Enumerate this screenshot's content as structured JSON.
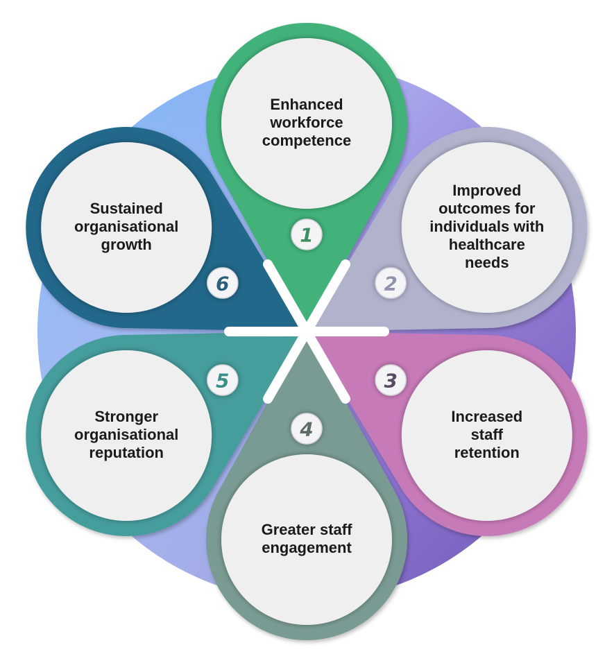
{
  "colors": {
    "ring_gradient": [
      "#7fb7f5",
      "#a9a8ee",
      "#9b8be0",
      "#6f57b6",
      "#8c74cf",
      "#a7c8f6"
    ],
    "hub": "#ffffff",
    "circle_fill": "#efeff0"
  },
  "steps": [
    {
      "number": "1",
      "lines": [
        "Enhanced",
        "workforce",
        "competence"
      ],
      "color": "#42b27a",
      "badge_text_color": "#3f8f63"
    },
    {
      "number": "2",
      "lines": [
        "Improved",
        "outcomes for",
        "individuals with",
        "healthcare",
        "needs"
      ],
      "color": "#b1b3cc",
      "badge_text_color": "#8f93b0"
    },
    {
      "number": "3",
      "lines": [
        "Increased",
        "staff",
        "retention"
      ],
      "color": "#c77ab8",
      "badge_text_color": "#5b4a63"
    },
    {
      "number": "4",
      "lines": [
        "Greater staff",
        "engagement"
      ],
      "color": "#7a9b93",
      "badge_text_color": "#5d6e6a"
    },
    {
      "number": "5",
      "lines": [
        "Stronger",
        "organisational",
        "reputation"
      ],
      "color": "#459d9c",
      "badge_text_color": "#3b8d8c"
    },
    {
      "number": "6",
      "lines": [
        "Sustained",
        "organisational",
        "growth"
      ],
      "color": "#24688a",
      "badge_text_color": "#2b5f7d"
    }
  ]
}
